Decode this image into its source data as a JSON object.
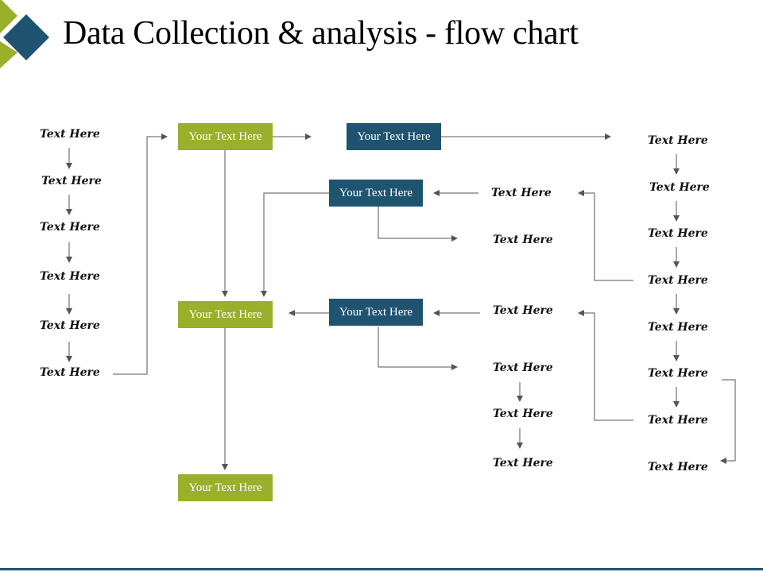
{
  "title": "Data Collection & analysis - flow chart",
  "colors": {
    "green": "#9aaf2a",
    "blue": "#1f5470",
    "line": "#555555"
  },
  "column1": [
    "Text Here",
    "Text Here",
    "Text Here",
    "Text Here",
    "Text Here",
    "Text Here"
  ],
  "boxes": {
    "green_top": "Your Text Here",
    "blue_top": "Your Text Here",
    "blue_upper": "Your Text Here",
    "green_middle": "Your Text Here",
    "blue_lower": "Your Text Here",
    "green_bottom": "Your Text Here"
  },
  "column3": [
    "Text Here",
    "Text Here",
    "Text Here",
    "Text Here",
    "Text Here",
    "Text Here"
  ],
  "column4": [
    "Text Here",
    "Text Here",
    "Text Here",
    "Text Here",
    "Text Here",
    "Text Here",
    "Text Here",
    "Text Here"
  ]
}
